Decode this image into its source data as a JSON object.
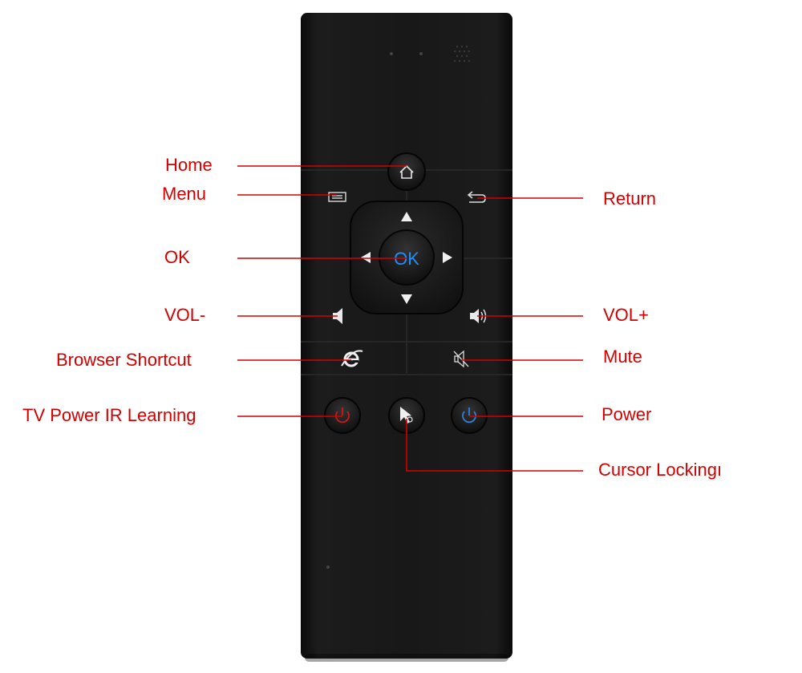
{
  "labels": {
    "home": "Home",
    "menu": "Menu",
    "return": "Return",
    "ok": "OK",
    "vol_minus": "VOL-",
    "vol_plus": "VOL+",
    "browser_shortcut": "Browser Shortcut",
    "mute": "Mute",
    "tv_power_ir_learning": "TV Power IR Learning",
    "power": "Power",
    "cursor_locking": "Cursor Lockingı"
  },
  "remote": {
    "ok_button_text": "OK"
  },
  "colors": {
    "label_red": "#d40000",
    "leader_line_red": "#d40000",
    "remote_body": "#151515",
    "ok_blue": "#1e90ff",
    "power_blue": "#2f7fd8",
    "ir_power_red": "#cc1a1a"
  },
  "icons": [
    "home-icon",
    "menu-icon",
    "return-icon",
    "arrow-up-icon",
    "arrow-down-icon",
    "arrow-left-icon",
    "arrow-right-icon",
    "volume-down-icon",
    "volume-up-icon",
    "browser-icon",
    "mute-icon",
    "power-icon",
    "cursor-lock-icon"
  ]
}
